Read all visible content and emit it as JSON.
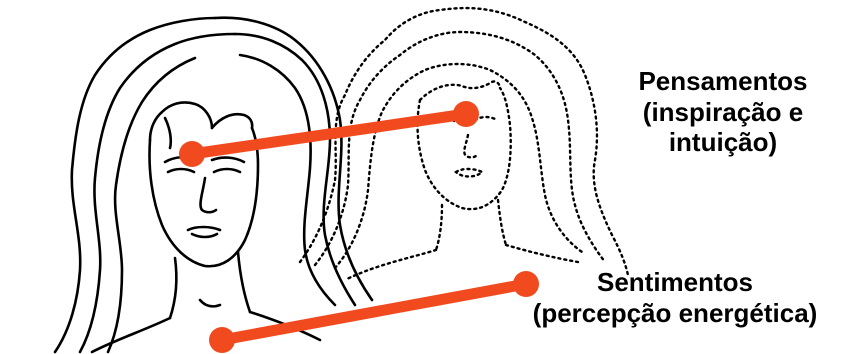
{
  "labels": {
    "thoughts": [
      "Pensamentos",
      "(inspiração e",
      "intuição)"
    ],
    "feelings": [
      "Sentimentos",
      "(percepção energética)"
    ]
  },
  "colors": {
    "connector": "#f24a1f",
    "ink": "#000000",
    "background": "#ffffff"
  },
  "figures": {
    "solid": "solid-outline-woman",
    "dotted": "dotted-outline-woman"
  }
}
